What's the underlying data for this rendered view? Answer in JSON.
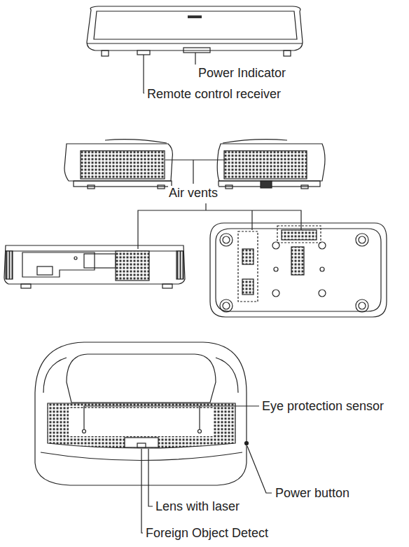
{
  "diagram": {
    "labels": [
      "Power Indicator",
      "Remote control receiver",
      "Air vents",
      "Eye protection sensor",
      "Power button",
      "Lens with laser",
      "Foreign Object Detect"
    ]
  }
}
